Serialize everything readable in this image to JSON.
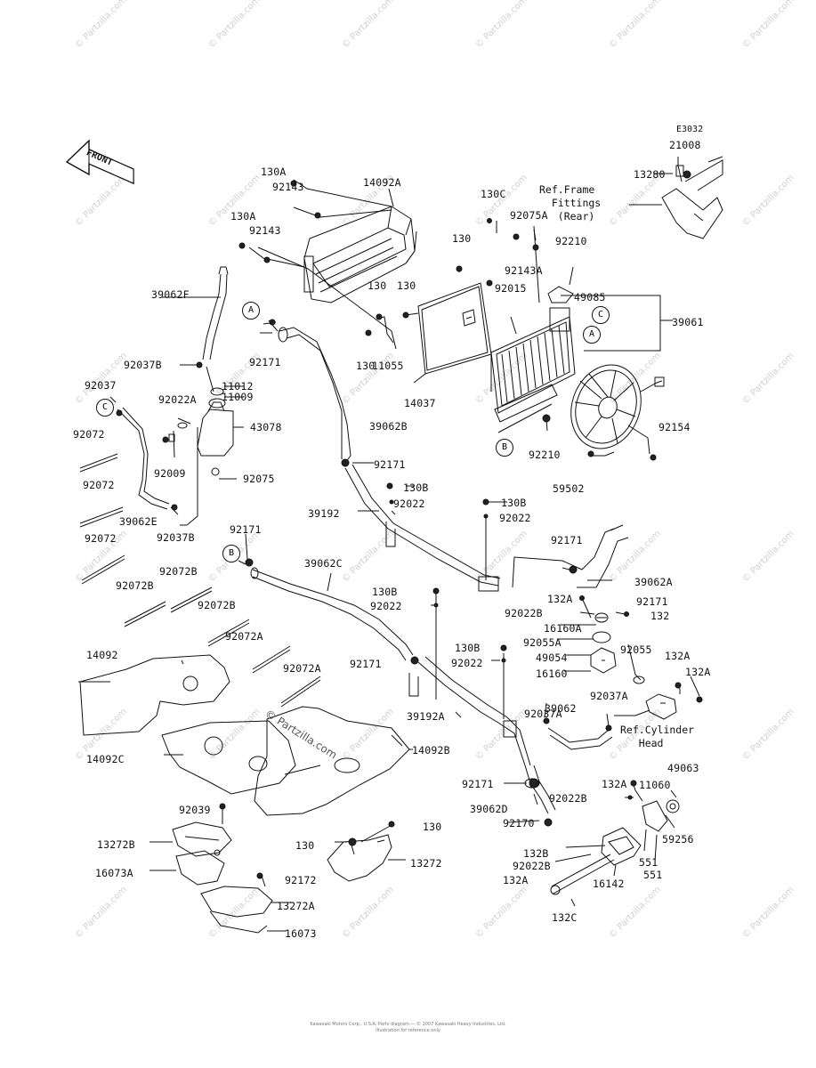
{
  "diagram_code": "E3032",
  "watermark_text": "© Partzilla.com",
  "footer": {
    "line1": "Kawasaki Motors Corp., U.S.A. Parts diagram — © 2007 Kawasaki Heavy Industries, Ltd.",
    "line2": "Illustration for reference only"
  },
  "front_marker": "FRONT",
  "callouts": [
    "A",
    "B",
    "C",
    "C",
    "A",
    "B"
  ],
  "refs": {
    "frame": "Ref.Frame\n  Fittings\n   (Rear)",
    "cylinder_head": "Ref.Cylinder\n   Head"
  },
  "part_labels": [
    "21008",
    "13280",
    "130A",
    "92143",
    "14092A",
    "130A",
    "92143",
    "130C",
    "92075A",
    "130",
    "92210",
    "92143A",
    "92015",
    "49085",
    "39061",
    "130",
    "130",
    "39062F",
    "92171",
    "11055",
    "130",
    "14037",
    "92037B",
    "11012",
    "11009",
    "92022A",
    "92037",
    "43078",
    "92072",
    "92009",
    "92154",
    "92210",
    "92075",
    "59502",
    "92171",
    "39062B",
    "130B",
    "92022",
    "130B",
    "92022",
    "92072",
    "39062E",
    "92037B",
    "39192",
    "92072",
    "92171",
    "39062C",
    "92171",
    "39062A",
    "92072B",
    "92072B",
    "130B",
    "92022",
    "132A",
    "92171",
    "92022B",
    "132",
    "92072B",
    "16160A",
    "92055A",
    "92055",
    "132A",
    "49054",
    "16160",
    "132A",
    "92072A",
    "130B",
    "92022",
    "92171",
    "92072A",
    "92037A",
    "92037A",
    "39062",
    "14092",
    "39192A",
    "14092B",
    "14092C",
    "92171",
    "132A",
    "11060",
    "92022B",
    "49063",
    "39062D",
    "92039",
    "92170",
    "130",
    "59256",
    "13272B",
    "130",
    "13272",
    "551",
    "132B",
    "92022B",
    "551",
    "16142",
    "132A",
    "16073A",
    "92172",
    "13272A",
    "132C",
    "16073"
  ]
}
